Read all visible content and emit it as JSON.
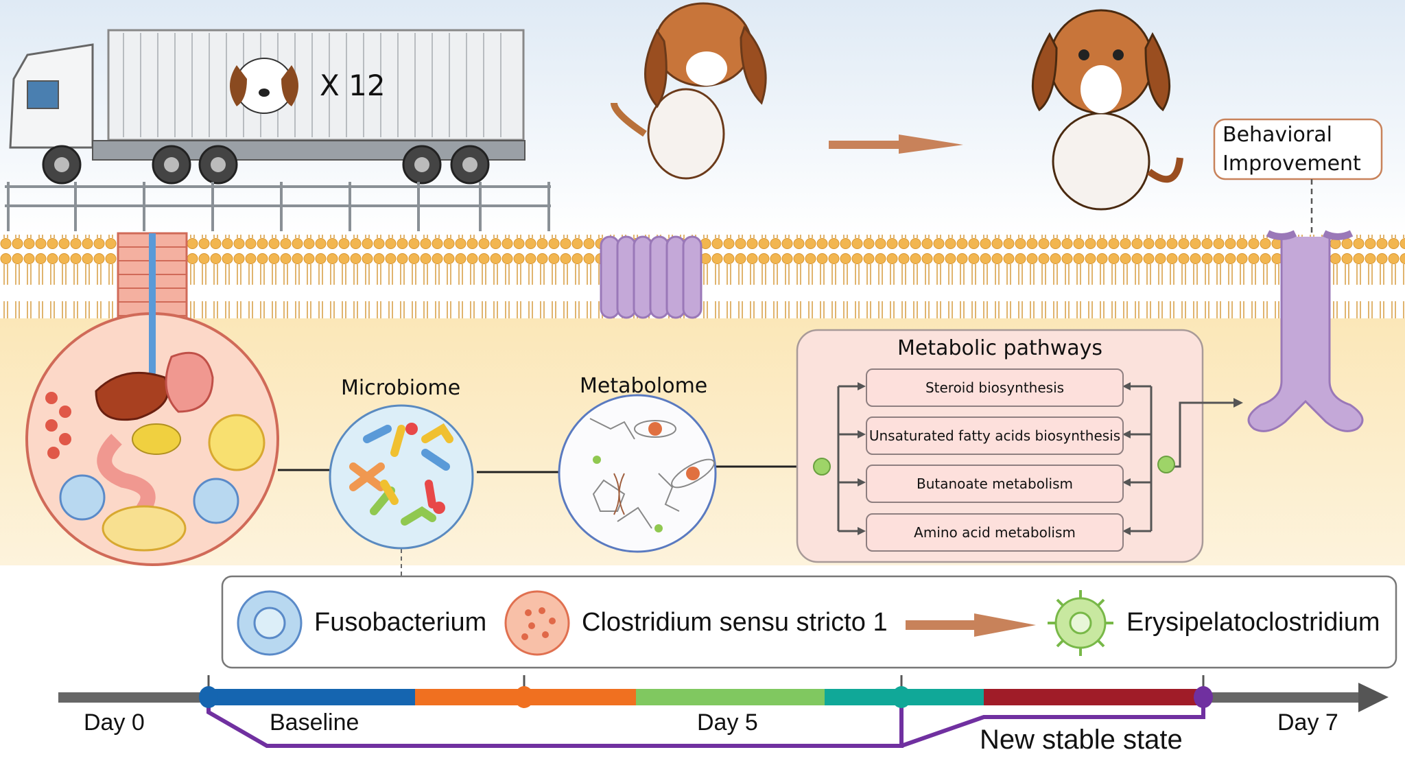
{
  "truck": {
    "count_label": "X 12"
  },
  "behavior": {
    "label_line1": "Behavioral",
    "label_line2": "Improvement"
  },
  "sections": {
    "microbiome": "Microbiome",
    "metabolome": "Metabolome"
  },
  "pathways": {
    "title": "Metabolic pathways",
    "items": [
      "Steroid biosynthesis",
      "Unsaturated fatty acids biosynthesis",
      "Butanoate metabolism",
      "Amino acid metabolism"
    ]
  },
  "legend": {
    "before": [
      "Fusobacterium",
      "Clostridium sensu stricto 1"
    ],
    "after": "Erysipelatoclostridium"
  },
  "timeline": {
    "day0": "Day 0",
    "baseline": "Baseline",
    "day5": "Day 5",
    "day7": "Day 7",
    "stable": "New stable state",
    "segment_colors": [
      "#1565b0",
      "#f07020",
      "#80c860",
      "#10a898",
      "#a01c28"
    ]
  },
  "colors": {
    "arrow": "#c8825a",
    "receptor": "#c4a8d8",
    "membrane": "#f2b650",
    "purple_line": "#7030a0"
  }
}
